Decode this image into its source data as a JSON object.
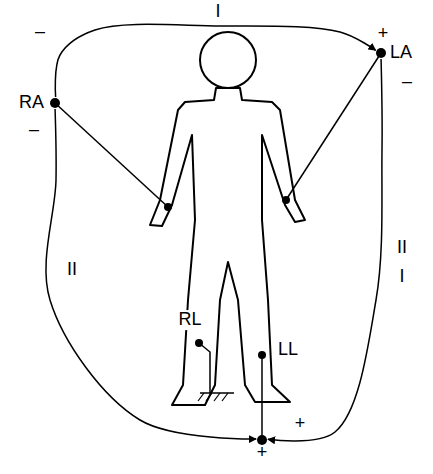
{
  "diagram": {
    "nodes": [
      {
        "text": [
          "RA"
        ]
      },
      {
        "text": [
          "LA"
        ]
      },
      {
        "text": [
          "+"
        ]
      }
    ],
    "edges": [
      {
        "from": 0,
        "to": 1,
        "arrow": "to",
        "label": "I"
      },
      {
        "from": 0,
        "to": 2,
        "arrow": "to",
        "label": "II"
      },
      {
        "from": 1,
        "to": 2,
        "arrow": "to",
        "label": "II I"
      }
    ],
    "labels": [
      "–",
      "–",
      "+",
      "–",
      "+",
      "RL",
      "LL"
    ]
  }
}
